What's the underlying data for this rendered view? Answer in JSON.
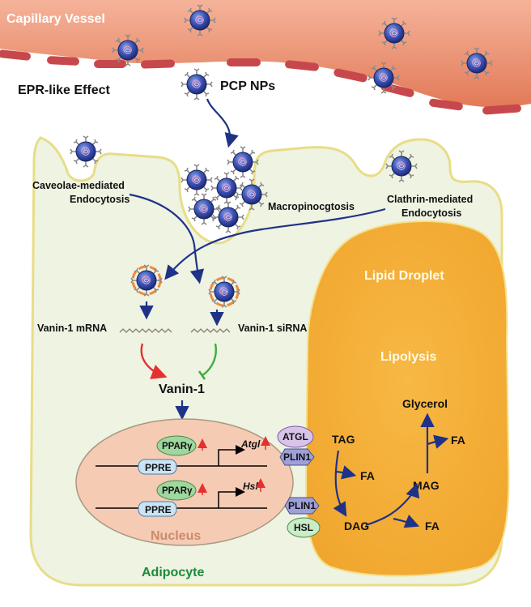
{
  "title_vessel": "Capillary Vessel",
  "epr_label": "EPR-like Effect",
  "nps_label": "PCP NPs",
  "caveolae_line1": "Caveolae-mediated",
  "caveolae_line2": "Endocytosis",
  "macro_label": "Macropinocgtosis",
  "clathrin_line1": "Clathrin-mediated",
  "clathrin_line2": "Endocytosis",
  "mrna_label": "Vanin-1 mRNA",
  "sirna_label": "Vanin-1 siRNA",
  "vanin_label": "Vanin-1",
  "lipid_droplet": "Lipid Droplet",
  "lipolysis": "Lipolysis",
  "glycerol": "Glycerol",
  "tag": "TAG",
  "dag": "DAG",
  "mag": "MAG",
  "fa": "FA",
  "atgl": "ATGL",
  "plin1": "PLIN1",
  "hsl_protein": "HSL",
  "pparg": "PPARγ",
  "ppre": "PPRE",
  "gene_atgl": "Atgl",
  "gene_hsl": "Hsl",
  "nucleus": "Nucleus",
  "adipocyte": "Adipocyte",
  "colors": {
    "vessel": "#e98a6a",
    "cell_fill": "#eef3e2",
    "cell_border": "#e8dd86",
    "lipid": "#f2ae33",
    "nucleus": "#f6cbb4",
    "arrow": "#1f3288",
    "red_arrow": "#e53030",
    "green_arrow": "#3cae3c",
    "adipocyte_text": "#1c8a3a",
    "nucleus_text": "#c98b6a"
  }
}
